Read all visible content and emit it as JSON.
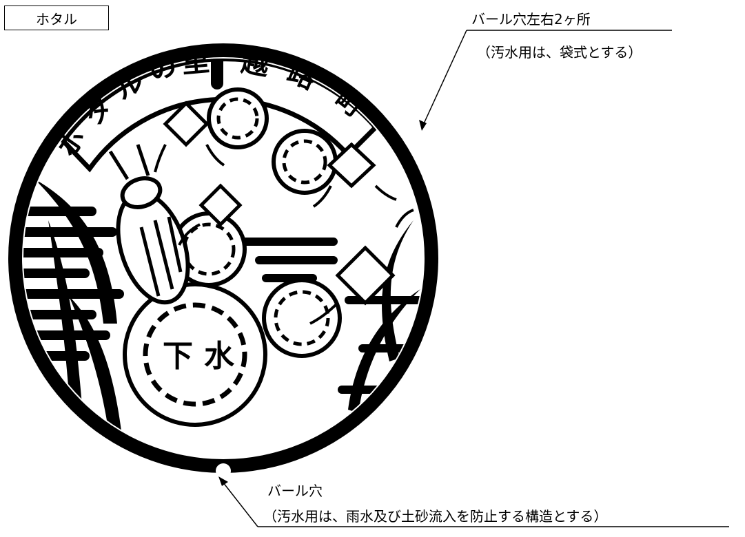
{
  "title": "ホタル",
  "emblem": {
    "arc_text": [
      "ホ",
      "タ",
      "ル",
      "の",
      "里",
      "越",
      "路",
      "町"
    ],
    "center_text": [
      "下",
      "水"
    ]
  },
  "callouts": {
    "top": {
      "line1": "バール穴左右2ヶ所",
      "line2": "（汚水用は、袋式とする）"
    },
    "bottom": {
      "line1": "バール穴",
      "line2": "（汚水用は、雨水及び土砂流入を防止する構造とする）"
    }
  }
}
